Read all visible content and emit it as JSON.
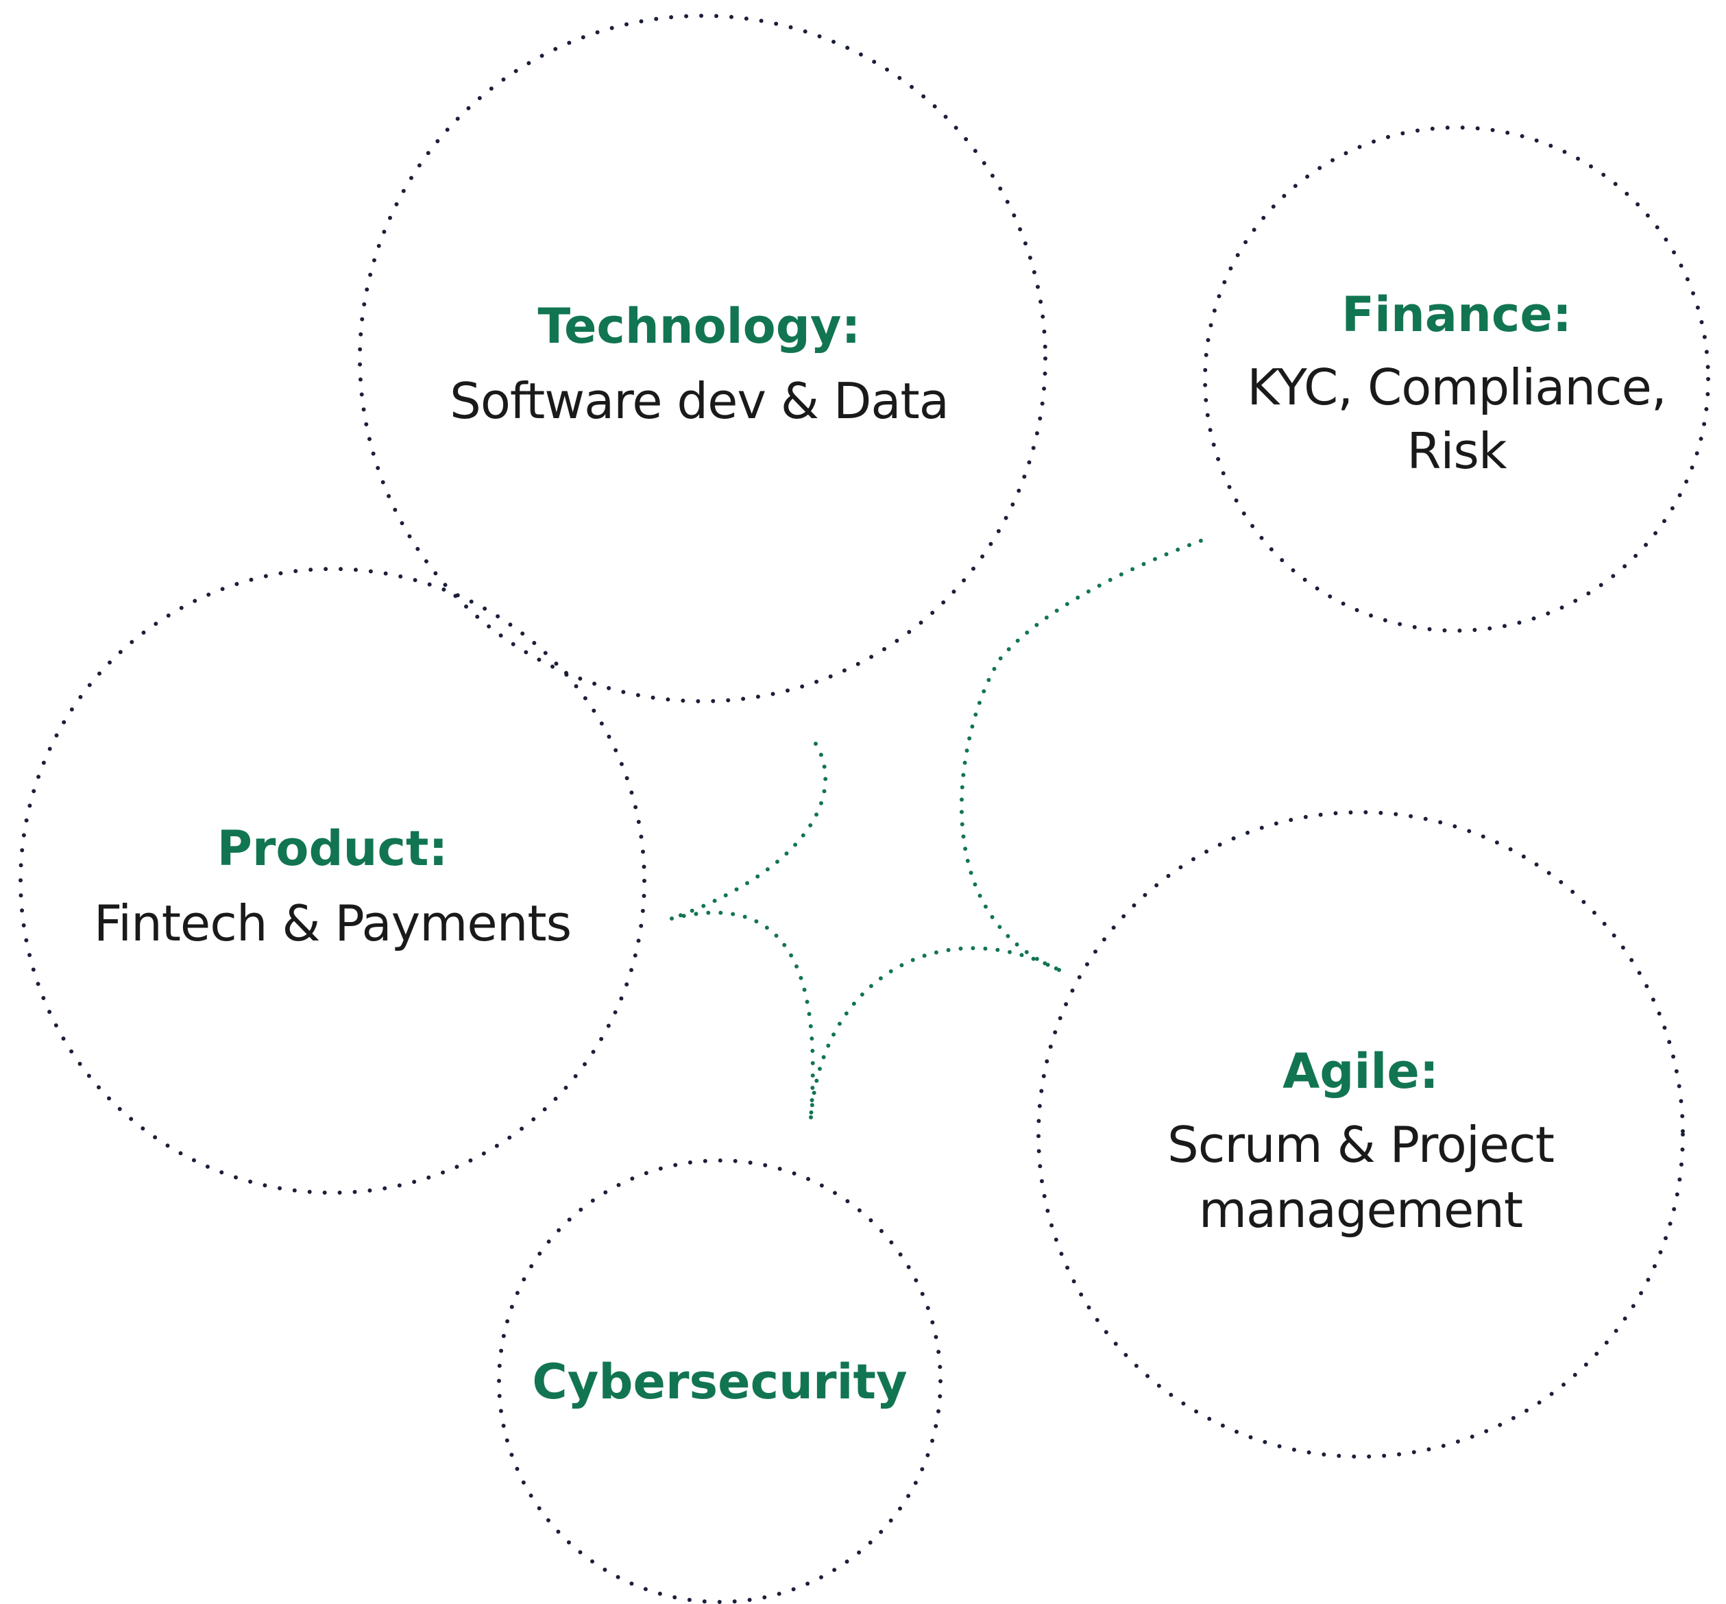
{
  "colors": {
    "circle_stroke": "#1c1f3a",
    "connector_stroke": "#127552",
    "title": "#127552",
    "body_text": "#1a1a1a",
    "background": "#ffffff"
  },
  "nodes": {
    "technology": {
      "title": "Technology:",
      "line1": "Software dev & Data"
    },
    "finance": {
      "title": "Finance:",
      "line1": "KYC, Compliance,",
      "line2": "Risk"
    },
    "product": {
      "title": "Product:",
      "line1": "Fintech & Payments"
    },
    "agile": {
      "title": "Agile:",
      "line1": "Scrum & Project",
      "line2": "management"
    },
    "cybersecurity": {
      "title": "Cybersecurity"
    }
  }
}
